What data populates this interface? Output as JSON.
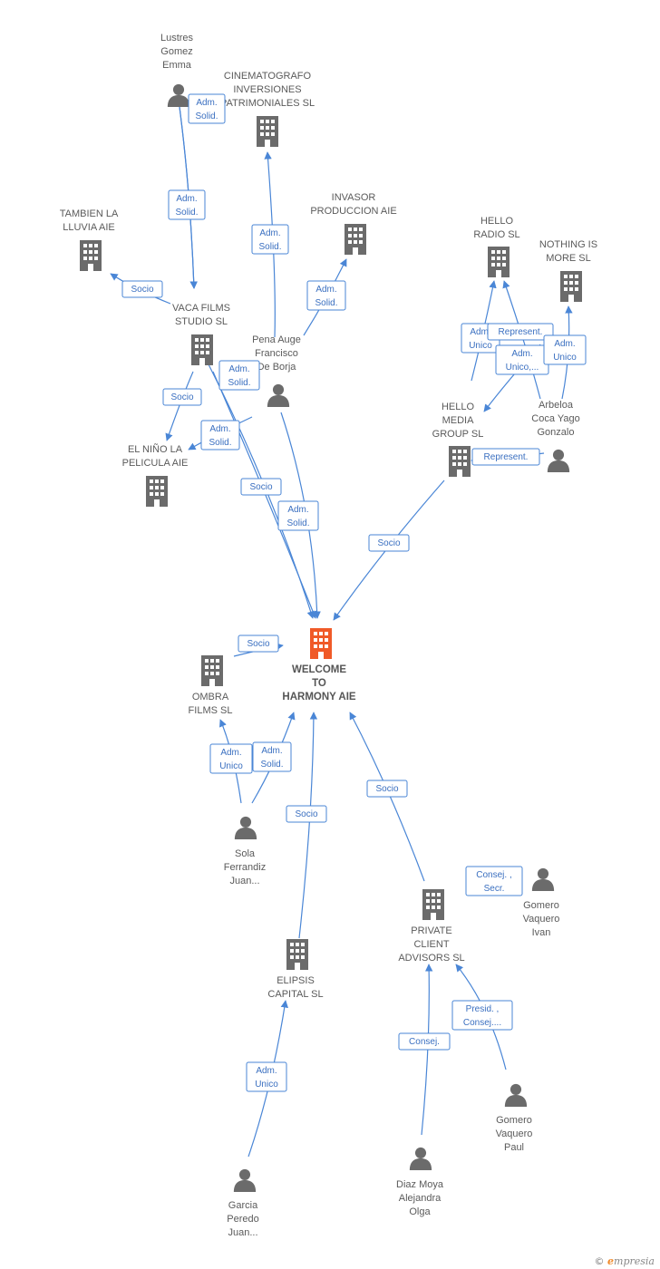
{
  "nodes": [
    {
      "id": "lustres",
      "type": "person",
      "lines": [
        "Lustres",
        "Gomez",
        "Emma"
      ]
    },
    {
      "id": "cinematografo",
      "type": "company",
      "lines": [
        "CINEMATOGRAFO",
        "INVERSIONES",
        "PATRIMONIALES SL"
      ]
    },
    {
      "id": "invasor",
      "type": "company",
      "lines": [
        "INVASOR",
        "PRODUCCION AIE"
      ]
    },
    {
      "id": "tambien",
      "type": "company",
      "lines": [
        "TAMBIEN LA",
        "LLUVIA AIE"
      ]
    },
    {
      "id": "vaca",
      "type": "company",
      "lines": [
        "VACA FILMS",
        "STUDIO SL"
      ]
    },
    {
      "id": "pena",
      "type": "person",
      "lines": [
        "Pena Auge",
        "Francisco",
        "De Borja"
      ]
    },
    {
      "id": "hello_radio",
      "type": "company",
      "lines": [
        "HELLO",
        "RADIO  SL"
      ]
    },
    {
      "id": "nothing",
      "type": "company",
      "lines": [
        "NOTHING IS",
        "MORE SL"
      ]
    },
    {
      "id": "arbeloa",
      "type": "person",
      "lines": [
        "Arbeloa",
        "Coca Yago",
        "Gonzalo"
      ]
    },
    {
      "id": "hello_media",
      "type": "company",
      "lines": [
        "HELLO",
        "MEDIA",
        "GROUP  SL"
      ]
    },
    {
      "id": "el_nino",
      "type": "company",
      "lines": [
        "EL NIÑO LA",
        "PELICULA AIE"
      ]
    },
    {
      "id": "welcome",
      "type": "focus",
      "lines": [
        "WELCOME",
        "TO",
        "HARMONY AIE"
      ]
    },
    {
      "id": "ombra",
      "type": "company",
      "lines": [
        "OMBRA",
        "FILMS SL"
      ]
    },
    {
      "id": "sola",
      "type": "person",
      "lines": [
        "Sola",
        "Ferrandiz",
        "Juan..."
      ]
    },
    {
      "id": "private",
      "type": "company",
      "lines": [
        "PRIVATE",
        "CLIENT",
        "ADVISORS  SL"
      ]
    },
    {
      "id": "gomero_ivan",
      "type": "person",
      "lines": [
        "Gomero",
        "Vaquero",
        "Ivan"
      ]
    },
    {
      "id": "elipsis",
      "type": "company",
      "lines": [
        "ELIPSIS",
        "CAPITAL  SL"
      ]
    },
    {
      "id": "gomero_paul",
      "type": "person",
      "lines": [
        "Gomero",
        "Vaquero",
        "Paul"
      ]
    },
    {
      "id": "diaz",
      "type": "person",
      "lines": [
        "Diaz Moya",
        "Alejandra",
        "Olga"
      ]
    },
    {
      "id": "garcia",
      "type": "person",
      "lines": [
        "Garcia",
        "Peredo",
        "Juan..."
      ]
    }
  ],
  "edges": [
    {
      "id": "e1",
      "label": [
        "Adm.",
        "Solid."
      ]
    },
    {
      "id": "e2",
      "label": [
        "Adm.",
        "Solid."
      ]
    },
    {
      "id": "e3",
      "label": [
        "Adm.",
        "Solid."
      ]
    },
    {
      "id": "e4",
      "label": [
        "Adm.",
        "Solid."
      ]
    },
    {
      "id": "e5",
      "label": [
        "Socio"
      ]
    },
    {
      "id": "e6",
      "label": [
        "Socio"
      ]
    },
    {
      "id": "e7",
      "label": [
        "Adm.",
        "Solid."
      ]
    },
    {
      "id": "e8",
      "label": [
        "Adm.",
        "Solid."
      ]
    },
    {
      "id": "e9",
      "label": [
        "Socio"
      ]
    },
    {
      "id": "e10",
      "label": [
        "Adm.",
        "Solid."
      ]
    },
    {
      "id": "e11",
      "label": [
        "Adm.",
        "Unico"
      ]
    },
    {
      "id": "e12",
      "label": [
        "Represent."
      ]
    },
    {
      "id": "e13",
      "label": [
        "Adm.",
        "Unico,..."
      ]
    },
    {
      "id": "e14",
      "label": [
        "Adm.",
        "Unico"
      ]
    },
    {
      "id": "e15",
      "label": [
        "Represent."
      ]
    },
    {
      "id": "e16",
      "label": [
        "Socio"
      ]
    },
    {
      "id": "e17",
      "label": [
        "Socio"
      ]
    },
    {
      "id": "e18",
      "label": [
        "Adm.",
        "Unico"
      ]
    },
    {
      "id": "e19",
      "label": [
        "Adm.",
        "Solid."
      ]
    },
    {
      "id": "e20",
      "label": [
        "Socio"
      ]
    },
    {
      "id": "e21",
      "label": [
        "Socio"
      ]
    },
    {
      "id": "e22",
      "label": [
        "Consej. ,",
        "Secr."
      ]
    },
    {
      "id": "e23",
      "label": [
        "Adm.",
        "Unico"
      ]
    },
    {
      "id": "e24",
      "label": [
        "Presid. ,",
        "Consej...."
      ]
    },
    {
      "id": "e25",
      "label": [
        "Consej."
      ]
    }
  ],
  "footer": {
    "copyright": "©",
    "brand_initial": "e",
    "brand_rest": "mpresia"
  },
  "colors": {
    "edge": "#4a86d6",
    "icon": "#6b6b6b",
    "focus": "#f05a28"
  }
}
